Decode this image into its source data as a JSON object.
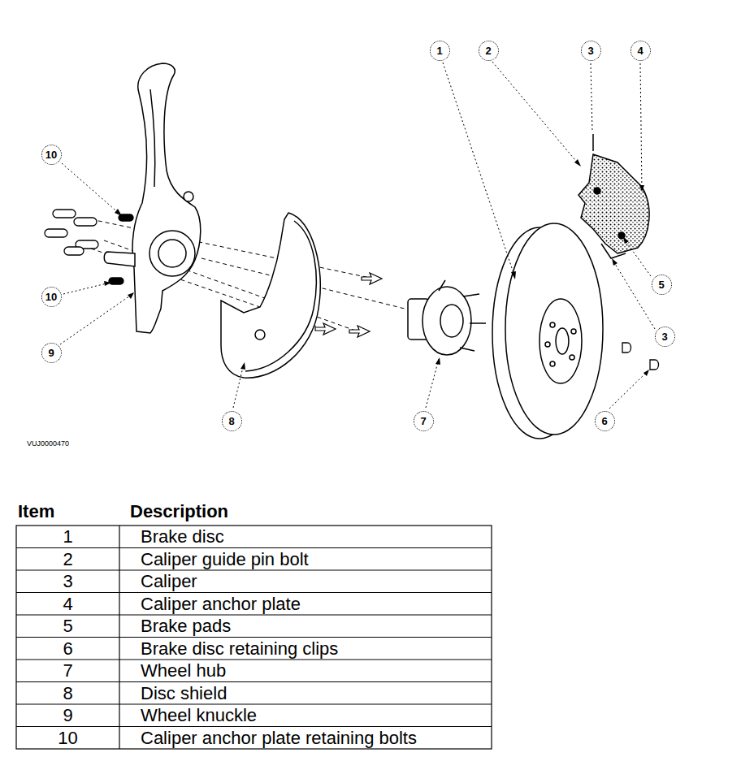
{
  "diagram": {
    "nodes": [
      {
        "text": [
          "1"
        ]
      },
      {
        "text": [
          "2"
        ]
      },
      {
        "text": [
          "3"
        ]
      },
      {
        "text": [
          "4"
        ]
      },
      {
        "text": [
          "10"
        ]
      },
      {
        "text": [
          "5"
        ]
      },
      {
        "text": [
          "10"
        ]
      },
      {
        "text": [
          "3"
        ]
      },
      {
        "text": [
          "9"
        ]
      },
      {
        "text": [
          "8"
        ]
      },
      {
        "text": [
          "7"
        ]
      },
      {
        "text": [
          "6"
        ]
      }
    ],
    "labels": [
      "VUJ0000470",
      "Item",
      "Description",
      "1",
      "Brake disc",
      "2",
      "Caliper guide pin bolt",
      "3",
      "Caliper",
      "4",
      "Caliper anchor plate",
      "5",
      "Brake pads",
      "6",
      "Brake disc retaining clips",
      "7",
      "Wheel hub",
      "8",
      "Disc shield",
      "9",
      "Wheel knuckle",
      "10",
      "Caliper anchor plate retaining bolts"
    ]
  }
}
